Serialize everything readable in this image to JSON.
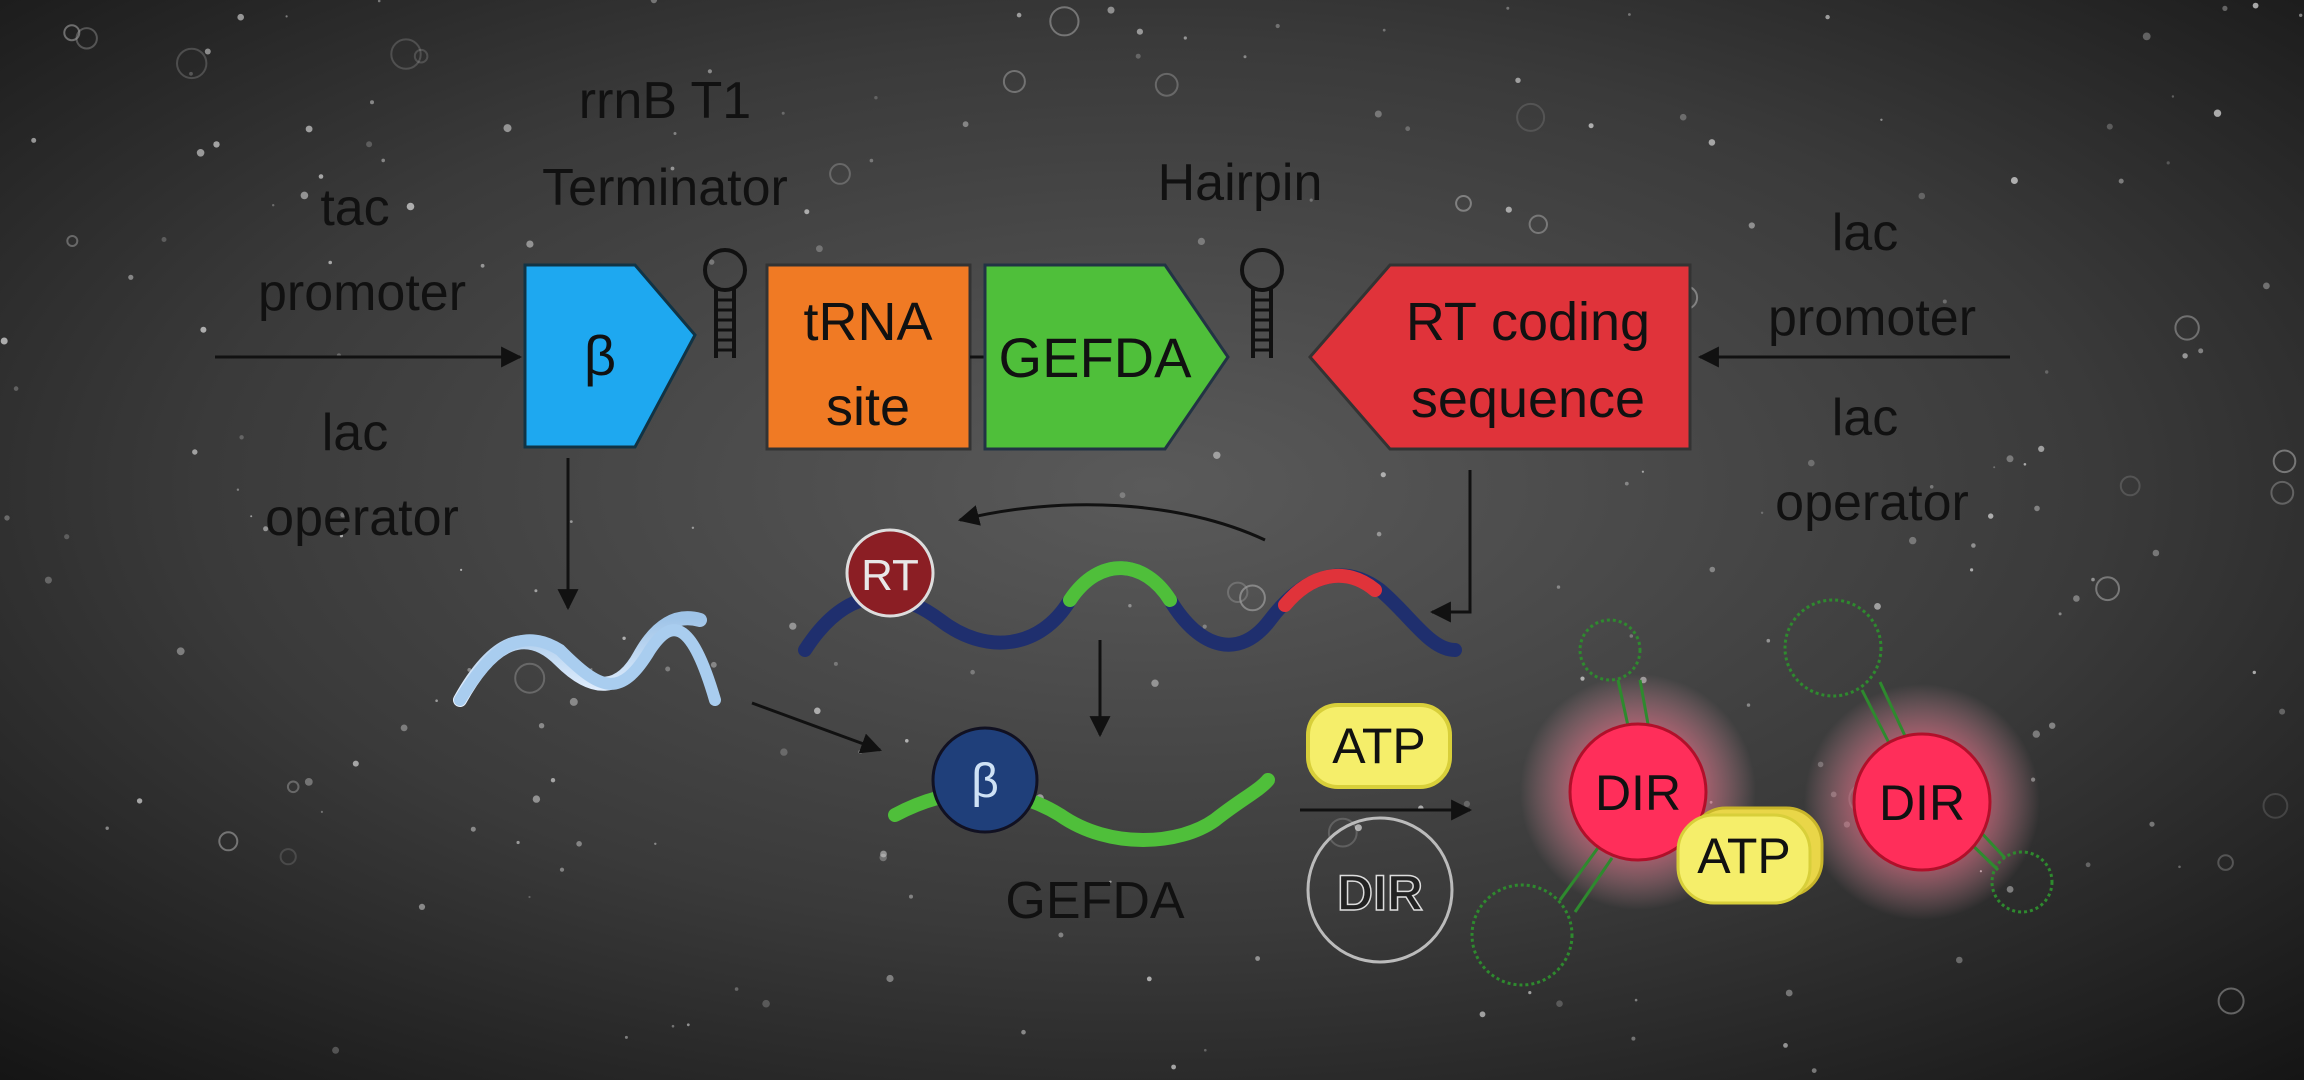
{
  "labels": {
    "tac_promoter_1": "tac",
    "tac_promoter_2": "promoter",
    "lac_operator_left_1": "lac",
    "lac_operator_left_2": "operator",
    "terminator_1": "rrnB T1",
    "terminator_2": "Terminator",
    "hairpin": "Hairpin",
    "lac_promoter_1": "lac",
    "lac_promoter_2": "promoter",
    "lac_operator_right_1": "lac",
    "lac_operator_right_2": "operator",
    "gefda_product": "GEFDA"
  },
  "parts": {
    "beta": "β",
    "trna_1": "tRNA",
    "trna_2": "site",
    "gefda": "GEFDA",
    "rt_1": "RT coding",
    "rt_2": "sequence"
  },
  "molecules": {
    "rt_protein": "RT",
    "beta_protein": "β",
    "atp_reactant": "ATP",
    "dir_reactant": "DIR",
    "dir_left": "DIR",
    "dir_right": "DIR",
    "atp_bound": "ATP"
  },
  "colors": {
    "beta": "#1ea8f0",
    "trna": "#f07a24",
    "gefda": "#4fbf3a",
    "rt": "#e0333a",
    "atp": "#f5ee6a",
    "dir": "#ff2e5a",
    "navy": "#1f2f6e"
  }
}
